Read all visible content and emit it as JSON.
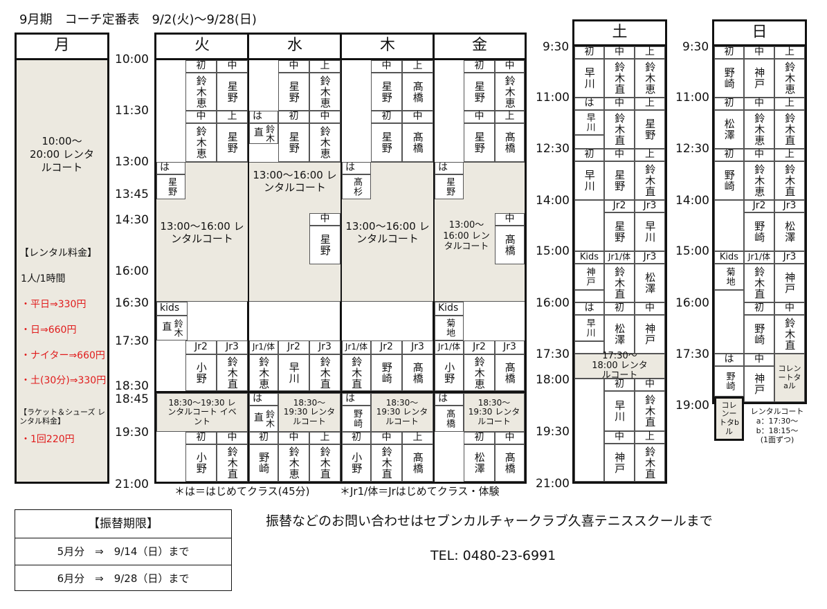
{
  "title": "9月期　コーチ定番表　9/2(火)〜9/28(日)",
  "days": [
    "月",
    "火",
    "水",
    "木",
    "金",
    "土",
    "日"
  ],
  "times_weekday": [
    "10:00",
    "11:30",
    "13:00",
    "13:45",
    "14:30",
    "16:00",
    "16:30",
    "17:30",
    "18:30",
    "18:45",
    "19:30",
    "21:00"
  ],
  "times_weekend": [
    "9:30",
    "11:00",
    "12:30",
    "14:00",
    "15:00",
    "16:00",
    "17:30",
    "18:00",
    "19:30",
    "21:00"
  ],
  "times_sun": [
    "9:30",
    "11:00",
    "12:30",
    "14:00",
    "15:00",
    "16:00",
    "17:30",
    "19:00"
  ],
  "levels": {
    "sho": "初",
    "chu": "中",
    "jo": "上",
    "ha": "は",
    "kids": "kids",
    "Kids": "Kids",
    "jr1tai": "Jr1/体",
    "jr1tai_sat": "Jr1/体",
    "jr2": "Jr2",
    "jr3": "Jr3"
  },
  "coaches": {
    "suzukie": "鈴木恵",
    "hoshino": "星野",
    "suzukinao": "鈴木直",
    "suzukiki": "鈴木",
    "nao": "直",
    "takahashi": "髙橋",
    "takasugi": "髙杉",
    "kikuchi": "菊地",
    "ono": "小野",
    "hayakawa": "早川",
    "nozaki": "野崎",
    "matsuzawa": "松澤",
    "kanbe": "神戸"
  },
  "rental": {
    "mon": "10:00〜20:00 レンタルコート",
    "r1316": "13:00〜16:00 レンタルコート",
    "fri1316": "13:00〜 16:00 レンタルコート",
    "tue_event": "18:30〜19:30 レンタルコート イベント",
    "r1830": "18:30〜 19:30 レンタルコート",
    "sat1730": "17:30〜18:00 レンタルコート",
    "sun_a": "コレンートタaル",
    "sun_b": "コレンートタbル",
    "sun_note": "レンタルコート\na：17:30〜\nb：18:15〜\n(1面ずつ)"
  },
  "fees": {
    "header": "【レンタル料金】",
    "per": "1人/1時間",
    "weekday": "・平日⇒330円",
    "sun": "・日⇒660円",
    "night": "・ナイター⇒660円",
    "sat": "・土(30分)⇒330円",
    "shoes_header": "【ラケット＆シューズ レンタル料金】",
    "shoes": "・1回220円"
  },
  "notes": {
    "ha": "＊は＝はじめてクラス(45分)",
    "jr": "＊Jr1/体＝Jrはじめてクラス・体験"
  },
  "makeup": {
    "header": "【振替期限】",
    "rows": [
      "5月分　⇒　9/14（日）まで",
      "6月分　⇒　9/28（日）まで"
    ]
  },
  "contact": {
    "line1": "振替などのお問い合わせはセブンカルチャークラブ久喜テニススクールまで",
    "tel": "TEL: 0480-23-6991"
  },
  "colors": {
    "rental_bg": "#ece9e0",
    "fee_red": "#e01b1b"
  }
}
